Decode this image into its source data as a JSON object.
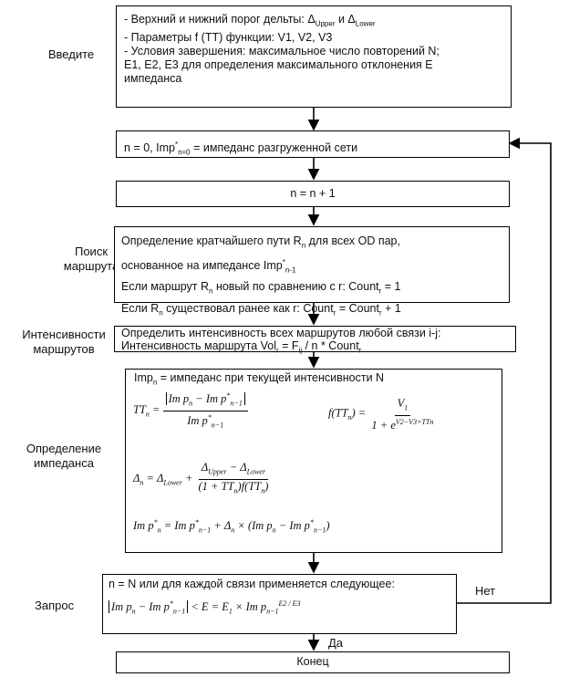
{
  "side_labels": {
    "input": "Введите",
    "route_search": "Поиск маршрута",
    "route_intensity": "Интенсивности маршрутов",
    "impedance": "Определение импеданса",
    "query": "Запрос"
  },
  "input_box": {
    "line1_pre": "- Верхний и  нижний порог дельты: Δ",
    "line1_sub1": "Upper",
    "line1_mid": " и Δ",
    "line1_sub2": "Lower",
    "line2_pre": "- Параметры f (TT) функции: V",
    "line2_rest": "1, V2, V3",
    "line3": "- Условия завершения: максимальное число повторений N;",
    "line4": "E1, E2, E3 для  определения максимального отклонения E",
    "line5": "импеданса"
  },
  "init_box": {
    "text_a": "n = 0, Imp",
    "sup": "*",
    "sub": "n=0",
    "text_b": " = импеданс разгруженной сети"
  },
  "increment_box": {
    "text": "n = n + 1"
  },
  "route_box": {
    "line1a": "Определение кратчайшего пути R",
    "line1sub": "n",
    "line1b": " для всех OD пар,",
    "line2a": "основанное на импедансе Imp",
    "line2sup": "*",
    "line2sub": "n-1",
    "line3a": "Если маршрут R",
    "line3sub": "n",
    "line3b": " новый по сравнению с r:   Count",
    "line3sub2": "r",
    "line3c": " = 1",
    "line4a": "Если R",
    "line4sub": "n",
    "line4b": " существовал ранее как r:     Count",
    "line4sub2": "r",
    "line4c": " = Count",
    "line4sub3": "r",
    "line4d": " + 1"
  },
  "intensity_box": {
    "line1": "Определить интенсивность  всех маршрутов любой связи i-j:",
    "line2a": "Интенсивность маршрута Vol",
    "line2sub": "r",
    "line2b": " = F",
    "line2sub2": "ij",
    "line2c": " / n * Count",
    "line2sub3": "r"
  },
  "impedance_box": {
    "line1a": "Imp",
    "line1sub": "n",
    "line1b": " = импеданс при текущей интенсивности N"
  },
  "query_box": {
    "line1": "n = N или для каждой связи применяется следующее:"
  },
  "end_box": {
    "text": "Конец"
  },
  "edge_labels": {
    "no": "Нет",
    "yes": "Да"
  }
}
